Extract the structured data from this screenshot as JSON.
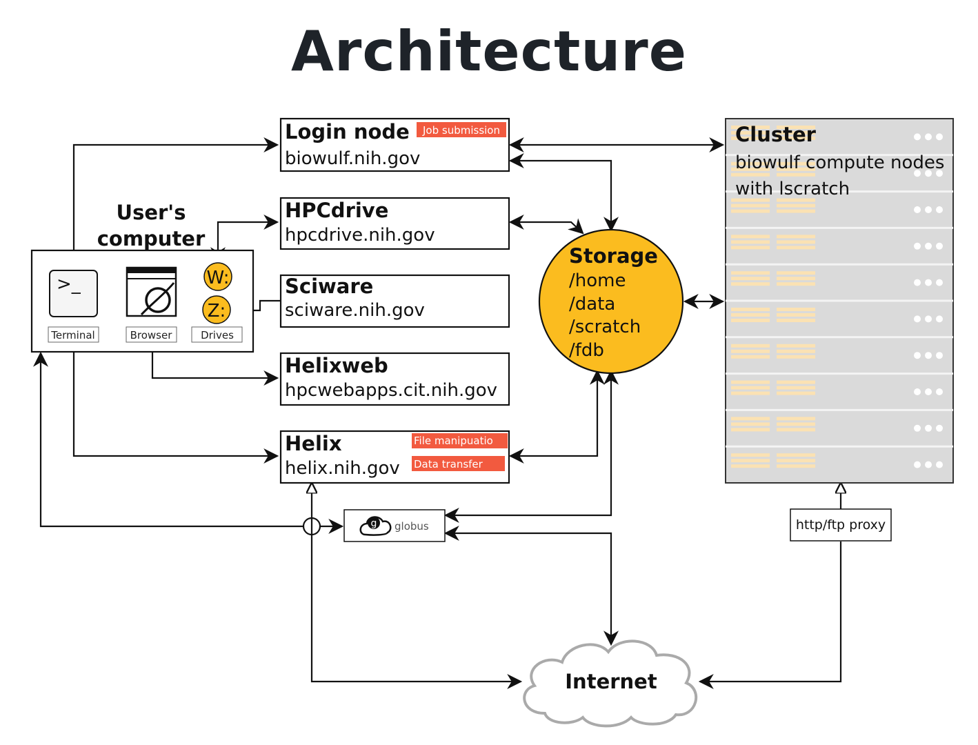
{
  "title": "Architecture",
  "users_computer": {
    "label_line1": "User's",
    "label_line2": "computer",
    "terminal_label": "Terminal",
    "browser_label": "Browser",
    "drives_label": "Drives",
    "drive_w": "W:",
    "drive_z": "Z:",
    "terminal_glyph": ">_"
  },
  "nodes": {
    "login": {
      "name": "Login node",
      "host": "biowulf.nih.gov",
      "tag": "Job submission"
    },
    "hpcdrive": {
      "name": "HPCdrive",
      "host": "hpcdrive.nih.gov"
    },
    "sciware": {
      "name": "Sciware",
      "host": "sciware.nih.gov"
    },
    "helixweb": {
      "name": "Helixweb",
      "host": "hpcwebapps.cit.nih.gov"
    },
    "helix": {
      "name": "Helix",
      "host": "helix.nih.gov",
      "tag1": "File manipuatio",
      "tag2": "Data transfer"
    }
  },
  "storage": {
    "title": "Storage",
    "paths": [
      "/home",
      "/data",
      "/scratch",
      "/fdb"
    ]
  },
  "cluster": {
    "title": "Cluster",
    "line1": "biowulf compute nodes",
    "line2": "with lscratch",
    "server_rows": 10
  },
  "globus": {
    "label": "globus",
    "logo_letter": "g"
  },
  "proxy": {
    "label": "http/ftp proxy"
  },
  "internet": {
    "label": "Internet"
  },
  "colors": {
    "accent_tag": "#f25a3f",
    "storage_fill": "#fbbc1f",
    "cluster_fill": "#dadada",
    "server_bar": "#fbe2b3"
  }
}
